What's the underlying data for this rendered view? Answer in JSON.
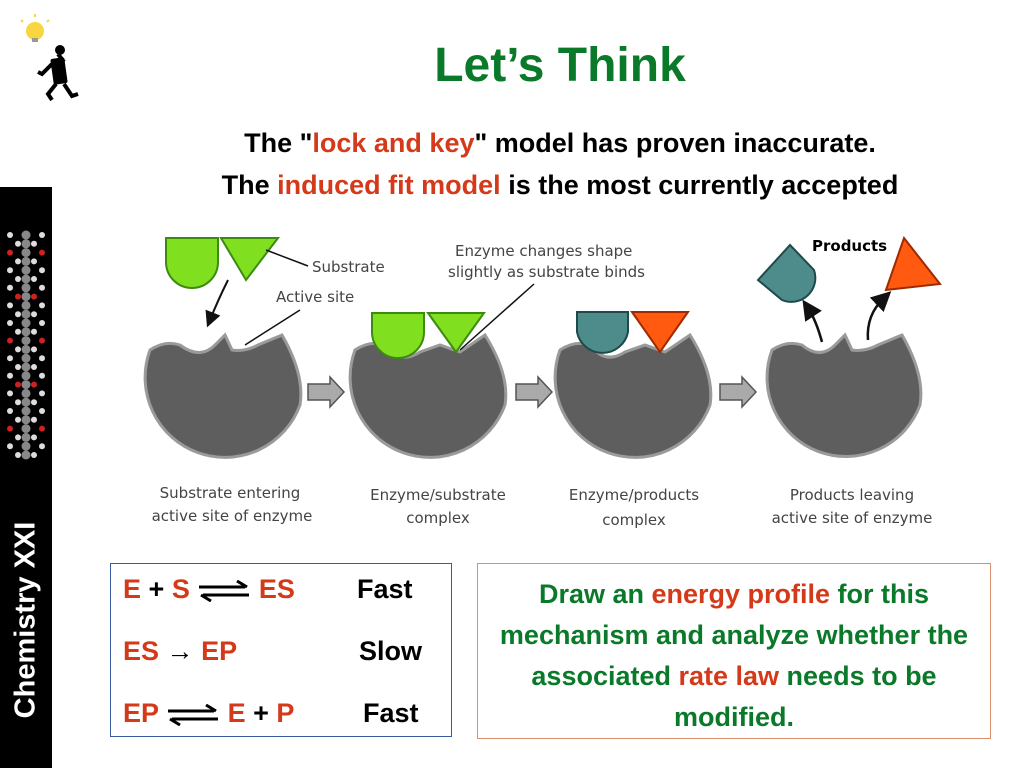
{
  "sidebar": {
    "label": "Chemistry XXI"
  },
  "title": "Let’s Think",
  "subtitle": {
    "line1": {
      "pre": "The \"",
      "highlight": "lock and key",
      "post": "\" model has proven inaccurate."
    },
    "line2": {
      "pre": "The ",
      "highlight": "induced fit model",
      "post": " is the most currently accepted"
    }
  },
  "diagram": {
    "substrate_label": "Substrate",
    "active_site_label": "Active site",
    "enzyme_change_label_1": "Enzyme changes shape",
    "enzyme_change_label_2": "slightly as substrate binds",
    "products_label": "Products",
    "stages": [
      {
        "line1": "Substrate entering",
        "line2": "active site of enzyme"
      },
      {
        "line1": "Enzyme/substrate",
        "line2": "complex"
      },
      {
        "line1": "Enzyme/products",
        "line2": "complex"
      },
      {
        "line1": "Products leaving",
        "line2": "active site of enzyme"
      }
    ]
  },
  "equations": {
    "step1": {
      "left_a": "E",
      "plus": "+",
      "left_b": "S",
      "right": "ES",
      "rate": "Fast"
    },
    "step2": {
      "left": "ES",
      "arrow": "→",
      "right": "EP",
      "rate": "Slow"
    },
    "step3": {
      "left": "EP",
      "right_a": "E",
      "plus": "+",
      "right_b": "P",
      "rate": "Fast"
    }
  },
  "task": {
    "part1": "Draw an ",
    "part2": "energy profile",
    "part3": " for this mechanism and analyze whether the associated ",
    "part4": "rate law",
    "part5": " needs to be modified."
  },
  "colors": {
    "title_green": "#0a7a2a",
    "highlight_red": "#d43a1a",
    "substrate_green": "#80e020",
    "product_teal": "#4e8c8c",
    "product_orange": "#ff5a10",
    "enzyme_gray": "#5e5e5e"
  },
  "icons": [
    "thinking-stick-figure-icon",
    "molecule-chain-icon"
  ]
}
